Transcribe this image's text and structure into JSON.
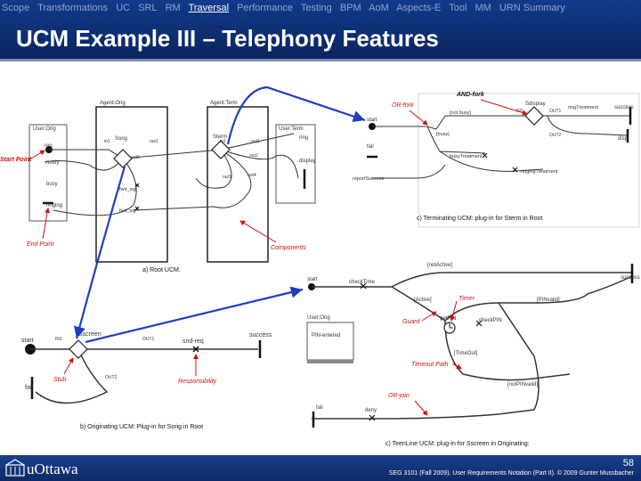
{
  "nav": {
    "items": [
      "Scope",
      "Transformations",
      "UC",
      "SRL",
      "RM",
      "Traversal",
      "Performance",
      "Testing",
      "BPM",
      "AoM",
      "Aspects-E",
      "Tool",
      "MM",
      "URN Summary"
    ],
    "active_index": 5
  },
  "slide": {
    "title": "UCM Example III – Telephony Features"
  },
  "footer": {
    "page_number": "58",
    "credits": "SEG 3101 (Fall 2009).  User Requirements Notation (Part II).  © 2009 Gunter Mussbacher",
    "logo_text": "uOttawa"
  },
  "diagram_a": {
    "caption": "a) Root UCM.",
    "comp_user_orig": "User:Orig",
    "comp_agent_orig": "Agent:Orig",
    "comp_agent_term": "Agent:Term",
    "comp_user_term": "User:Term",
    "stub_sorig": "Sorig",
    "stub_sterm": "Sterm",
    "in1": "in1",
    "out1": "out1",
    "out2": "out2",
    "out3": "out3",
    "out4": "out4",
    "req": "req",
    "notify": "notify",
    "busy": "busy",
    "ringing": "ringing",
    "ring": "ring",
    "display": "display",
    "fwd_sig": "fwd_sig",
    "fwd_sig2": "fwd_sig",
    "ann_start_point": "Start Point",
    "ann_end_point": "End Point",
    "ann_components": "Components"
  },
  "diagram_b": {
    "caption": "b) Originating UCM: Plug-in for Sorig in Root",
    "start": "start",
    "fail": "fail",
    "success": "success",
    "stub": "Sscreen",
    "in1": "IN1",
    "out1": "OUT1",
    "out2": "OUT2",
    "snd_req": "snd-req",
    "ann_stub": "Stub",
    "ann_responsibility": "Responsibility"
  },
  "diagram_c_term": {
    "caption": "c) Terminating UCM: plug-in for Sterm in Root",
    "start": "start",
    "fail": "fail",
    "success": "success",
    "disp": "disp",
    "report_success": "reportSuccess",
    "not_busy": "[not busy]",
    "busy_guard": "[busy]",
    "busy_treatment": "busyTreatment",
    "ringing_treatment": "ringingTreatment",
    "sdisplay": "Sdisplay",
    "ring_treatment": "ringTreatment",
    "in1": "IN1",
    "out1": "OUT1",
    "out2": "OUT2",
    "ann_or_fork": "OR-fork",
    "ann_and_fork": "AND-fork"
  },
  "diagram_c_teen": {
    "caption": "c) TeenLine UCM: plug-in for Sscreen in Originating:",
    "start": "start",
    "success": "success",
    "fail": "fail",
    "check_time": "checkTime",
    "not_active": "[notActive]",
    "active": "[Active]",
    "user_orig": "User:Orig",
    "pin_entered": "PIN-entered",
    "get_pin": "getPIN",
    "check_pin": "checkPIN",
    "pin_valid": "[PINvalid]",
    "timeout": "[TimeOut]",
    "not_pin_valid": "[notPINvalid]",
    "deny": "deny",
    "ann_timer": "Timer",
    "ann_guard": "Guard",
    "ann_timeout_path": "Timeout Path",
    "ann_or_join": "OR-join"
  }
}
